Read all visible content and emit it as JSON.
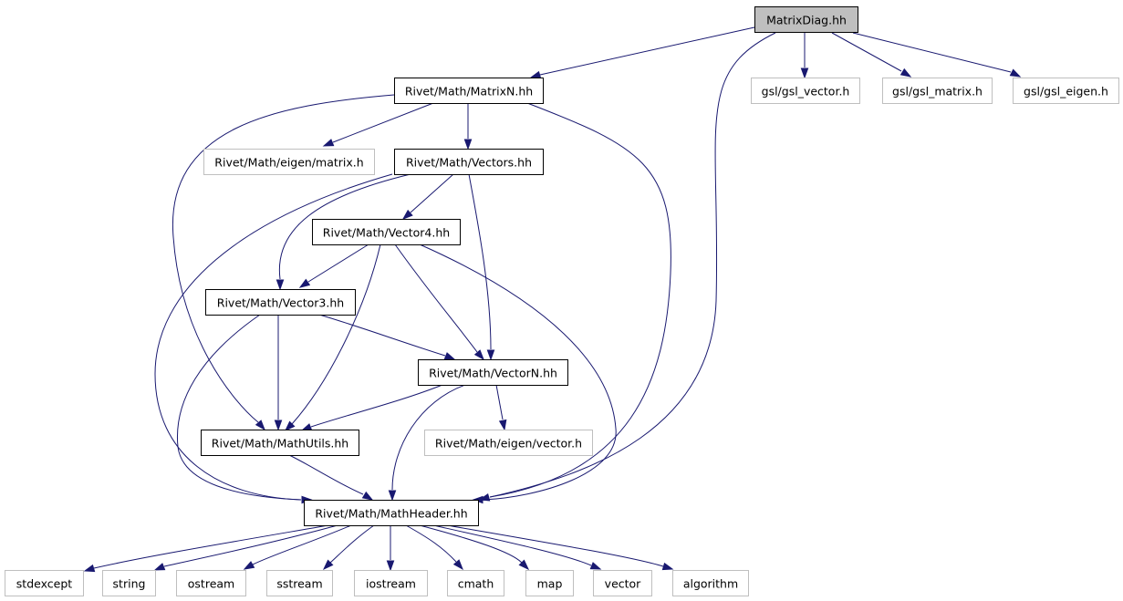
{
  "diagram": {
    "title": "",
    "nodes": [
      {
        "id": "root",
        "label": "MatrixDiag.hh",
        "style": "root"
      },
      {
        "id": "matrixn",
        "label": "Rivet/Math/MatrixN.hh",
        "style": "internal"
      },
      {
        "id": "gsl_vector",
        "label": "gsl/gsl_vector.h",
        "style": "external"
      },
      {
        "id": "gsl_matrix",
        "label": "gsl/gsl_matrix.h",
        "style": "external"
      },
      {
        "id": "gsl_eigen",
        "label": "gsl/gsl_eigen.h",
        "style": "external"
      },
      {
        "id": "eigen_matrix",
        "label": "Rivet/Math/eigen/matrix.h",
        "style": "external"
      },
      {
        "id": "vectors",
        "label": "Rivet/Math/Vectors.hh",
        "style": "internal"
      },
      {
        "id": "vector4",
        "label": "Rivet/Math/Vector4.hh",
        "style": "internal"
      },
      {
        "id": "vector3",
        "label": "Rivet/Math/Vector3.hh",
        "style": "internal"
      },
      {
        "id": "vectorn",
        "label": "Rivet/Math/VectorN.hh",
        "style": "internal"
      },
      {
        "id": "eigen_vector",
        "label": "Rivet/Math/eigen/vector.h",
        "style": "external"
      },
      {
        "id": "mathutils",
        "label": "Rivet/Math/MathUtils.hh",
        "style": "internal"
      },
      {
        "id": "mathheader",
        "label": "Rivet/Math/MathHeader.hh",
        "style": "internal"
      },
      {
        "id": "stdexcept",
        "label": "stdexcept",
        "style": "external"
      },
      {
        "id": "string",
        "label": "string",
        "style": "external"
      },
      {
        "id": "ostream",
        "label": "ostream",
        "style": "external"
      },
      {
        "id": "sstream",
        "label": "sstream",
        "style": "external"
      },
      {
        "id": "iostream",
        "label": "iostream",
        "style": "external"
      },
      {
        "id": "cmath",
        "label": "cmath",
        "style": "external"
      },
      {
        "id": "map",
        "label": "map",
        "style": "external"
      },
      {
        "id": "vector",
        "label": "vector",
        "style": "external"
      },
      {
        "id": "algorithm",
        "label": "algorithm",
        "style": "external"
      }
    ],
    "edges": [
      [
        "root",
        "matrixn"
      ],
      [
        "root",
        "gsl_vector"
      ],
      [
        "root",
        "gsl_matrix"
      ],
      [
        "root",
        "gsl_eigen"
      ],
      [
        "root",
        "mathheader"
      ],
      [
        "matrixn",
        "eigen_matrix"
      ],
      [
        "matrixn",
        "vectors"
      ],
      [
        "matrixn",
        "mathutils"
      ],
      [
        "matrixn",
        "mathheader"
      ],
      [
        "vectors",
        "vector4"
      ],
      [
        "vectors",
        "vector3"
      ],
      [
        "vectors",
        "vectorn"
      ],
      [
        "vectors",
        "mathheader"
      ],
      [
        "vector4",
        "vector3"
      ],
      [
        "vector4",
        "vectorn"
      ],
      [
        "vector4",
        "mathutils"
      ],
      [
        "vector4",
        "mathheader"
      ],
      [
        "vector3",
        "vectorn"
      ],
      [
        "vector3",
        "mathutils"
      ],
      [
        "vector3",
        "mathheader"
      ],
      [
        "vectorn",
        "mathutils"
      ],
      [
        "vectorn",
        "eigen_vector"
      ],
      [
        "vectorn",
        "mathheader"
      ],
      [
        "mathutils",
        "mathheader"
      ],
      [
        "mathheader",
        "stdexcept"
      ],
      [
        "mathheader",
        "string"
      ],
      [
        "mathheader",
        "ostream"
      ],
      [
        "mathheader",
        "sstream"
      ],
      [
        "mathheader",
        "iostream"
      ],
      [
        "mathheader",
        "cmath"
      ],
      [
        "mathheader",
        "map"
      ],
      [
        "mathheader",
        "vector"
      ],
      [
        "mathheader",
        "algorithm"
      ]
    ],
    "colors": {
      "edge": "#191970",
      "root_fill": "#bfbfbf",
      "external_border": "#bfbfbf",
      "internal_border": "#000000"
    }
  }
}
